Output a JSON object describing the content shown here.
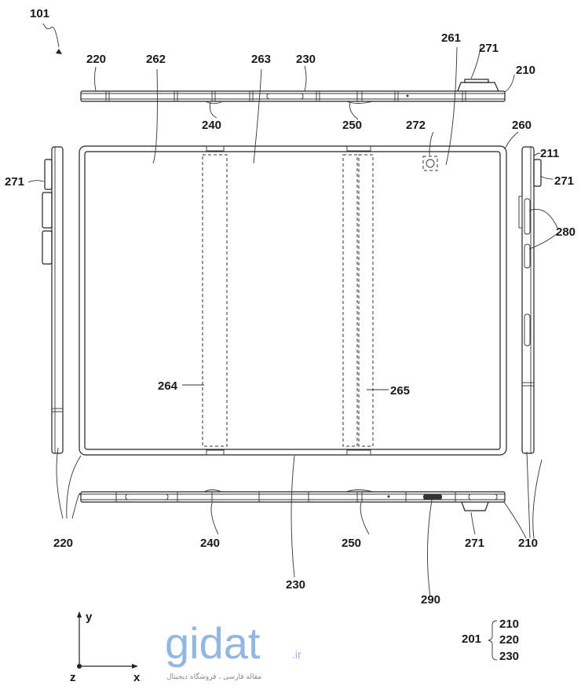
{
  "figure": {
    "labels": {
      "device": "101",
      "top_220": "220",
      "top_262": "262",
      "top_263": "263",
      "top_230": "230",
      "top_261": "261",
      "top_271": "271",
      "top_210": "210",
      "top_240": "240",
      "top_250": "250",
      "camera_272": "272",
      "frame_260": "260",
      "right_211": "211",
      "right_271": "271",
      "right_280": "280",
      "left_271": "271",
      "hinge_264": "264",
      "hinge_265": "265",
      "bottom_220": "220",
      "bottom_240": "240",
      "bottom_250": "250",
      "bottom_271": "271",
      "bottom_210": "210",
      "bottom_230": "230",
      "port_290": "290"
    },
    "legend": {
      "group": "201",
      "members": [
        "210",
        "220",
        "230"
      ]
    },
    "axes": {
      "x": "x",
      "y": "y",
      "z": "z"
    },
    "watermark": {
      "brand": "gidat",
      "tld": ".ir",
      "tagline": "مقاله فارسی ، فروشگاه دیجیتال"
    }
  }
}
